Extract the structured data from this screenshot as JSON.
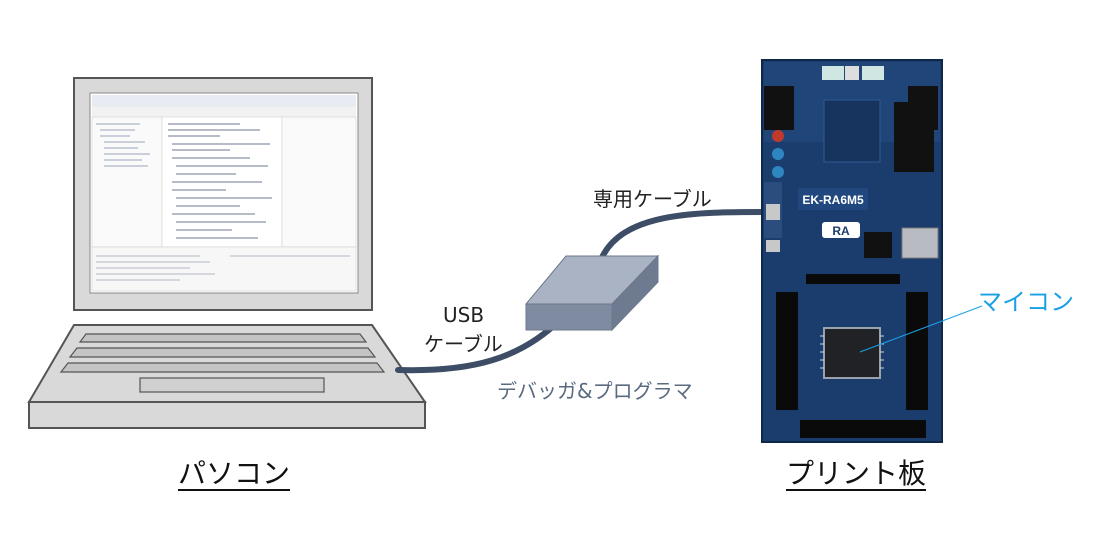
{
  "labels": {
    "pc": "パソコン",
    "pcb": "プリント板",
    "usb_cable_line1": "USB",
    "usb_cable_line2": "ケーブル",
    "dedicated_cable": "専用ケーブル",
    "debugger": "デバッガ&プログラマ",
    "mcu": "マイコン"
  },
  "board": {
    "name": "EK-RA6M5",
    "logo": "RA"
  },
  "colors": {
    "cable": "#3d4d66",
    "debugger_box": "#8a96aa",
    "board": "#1b3d6e",
    "mcu_label": "#1aa0e6",
    "debugger_label": "#5a6a80"
  }
}
